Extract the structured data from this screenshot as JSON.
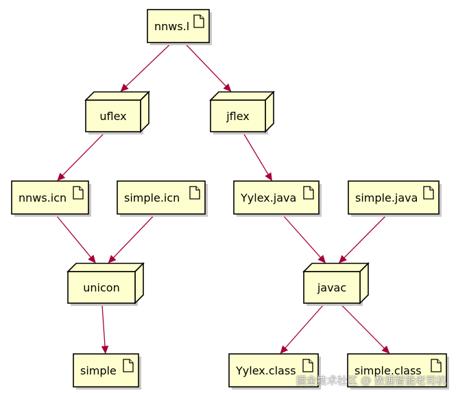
{
  "nodes": [
    {
      "id": "nnws-l",
      "label": "nnws.l",
      "shape": "artifact"
    },
    {
      "id": "uflex",
      "label": "uflex",
      "shape": "node"
    },
    {
      "id": "jflex",
      "label": "jflex",
      "shape": "node"
    },
    {
      "id": "nnws-icn",
      "label": "nnws.icn",
      "shape": "artifact"
    },
    {
      "id": "simple-icn",
      "label": "simple.icn",
      "shape": "artifact"
    },
    {
      "id": "yylex-java",
      "label": "Yylex.java",
      "shape": "artifact"
    },
    {
      "id": "simple-java",
      "label": "simple.java",
      "shape": "artifact"
    },
    {
      "id": "unicon",
      "label": "unicon",
      "shape": "node"
    },
    {
      "id": "javac",
      "label": "javac",
      "shape": "node"
    },
    {
      "id": "simple",
      "label": "simple",
      "shape": "artifact"
    },
    {
      "id": "yylex-class",
      "label": "Yylex.class",
      "shape": "artifact"
    },
    {
      "id": "simple-class",
      "label": "simple.class",
      "shape": "artifact"
    }
  ],
  "edges": [
    {
      "from": "nnws-l",
      "to": "uflex"
    },
    {
      "from": "nnws-l",
      "to": "jflex"
    },
    {
      "from": "uflex",
      "to": "nnws-icn"
    },
    {
      "from": "jflex",
      "to": "yylex-java"
    },
    {
      "from": "nnws-icn",
      "to": "unicon"
    },
    {
      "from": "simple-icn",
      "to": "unicon"
    },
    {
      "from": "yylex-java",
      "to": "javac"
    },
    {
      "from": "simple-java",
      "to": "javac"
    },
    {
      "from": "unicon",
      "to": "simple"
    },
    {
      "from": "javac",
      "to": "yylex-class"
    },
    {
      "from": "javac",
      "to": "simple-class"
    }
  ],
  "colors": {
    "node_fill": "#fefece",
    "edge": "#a80036"
  },
  "watermark": "掘金技术社区 @ 数据智能老司机"
}
